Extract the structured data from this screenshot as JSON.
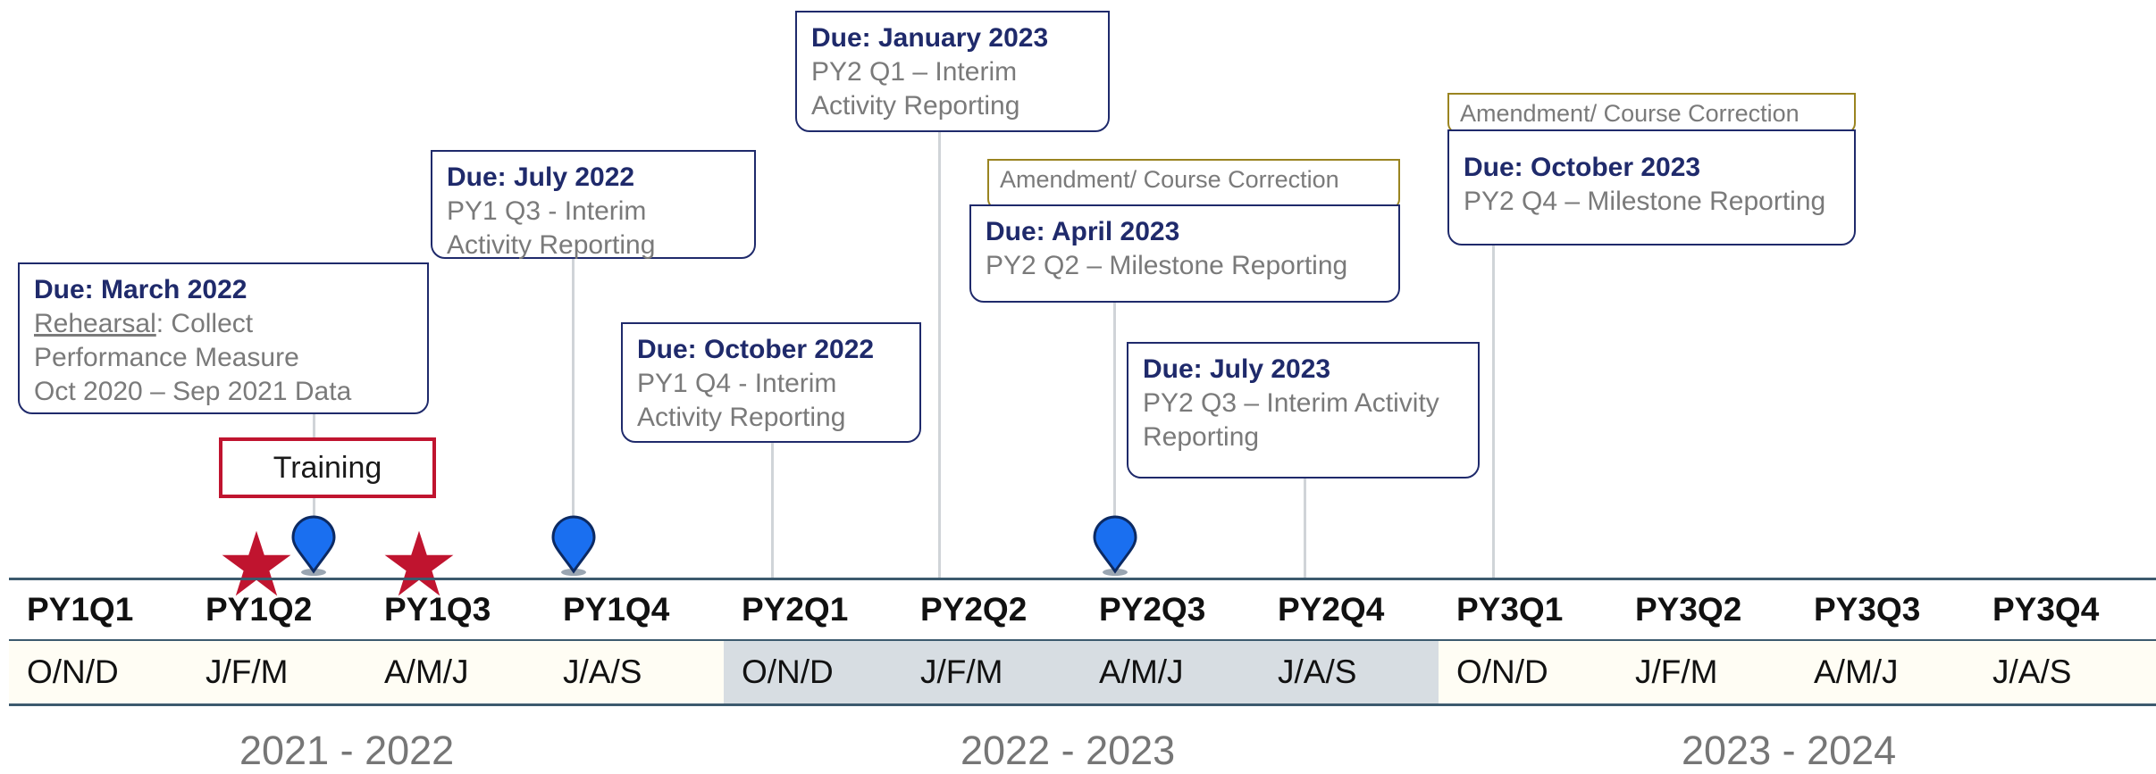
{
  "quarters": [
    "PY1Q1",
    "PY1Q2",
    "PY1Q3",
    "PY1Q4",
    "PY2Q1",
    "PY2Q2",
    "PY2Q3",
    "PY2Q4",
    "PY3Q1",
    "PY3Q2",
    "PY3Q3",
    "PY3Q4"
  ],
  "months": [
    "O/N/D",
    "J/F/M",
    "A/M/J",
    "J/A/S",
    "O/N/D",
    "J/F/M",
    "A/M/J",
    "J/A/S",
    "O/N/D",
    "J/F/M",
    "A/M/J",
    "J/A/S"
  ],
  "years": [
    "2021 - 2022",
    "2022 - 2023",
    "2023 - 2024"
  ],
  "training_label": "Training",
  "callouts": [
    {
      "due": "Due: March 2022",
      "desc_underlined": "Rehearsal",
      "desc_rest": ": Collect\nPerformance Measure\nOct 2020 – Sep 2021 Data"
    },
    {
      "due": "Due: July 2022",
      "desc": "PY1 Q3 - Interim\nActivity Reporting"
    },
    {
      "due": "Due: October 2022",
      "desc": "PY1 Q4 - Interim\nActivity Reporting"
    },
    {
      "due": "Due: January 2023",
      "desc": "PY2 Q1 – Interim\nActivity Reporting"
    },
    {
      "due": "Due: April 2023",
      "desc": "PY2 Q2 – Milestone Reporting"
    },
    {
      "due": "Due: July 2023",
      "desc": "PY2 Q3 – Interim Activity\nReporting"
    },
    {
      "due": "Due: October 2023",
      "desc": "PY2 Q4 – Milestone Reporting"
    }
  ],
  "amendments": [
    {
      "label": "Amendment/ Course Correction"
    },
    {
      "label": "Amendment/ Course Correction"
    }
  ],
  "colors": {
    "callout_border": "#1f2a6b",
    "amend_border": "#9a8420",
    "star": "#c0142f",
    "pin": "#1a6ff0",
    "shade": "#d7dde2"
  },
  "icons": {
    "star": "star-icon",
    "pin": "map-pin-icon"
  }
}
